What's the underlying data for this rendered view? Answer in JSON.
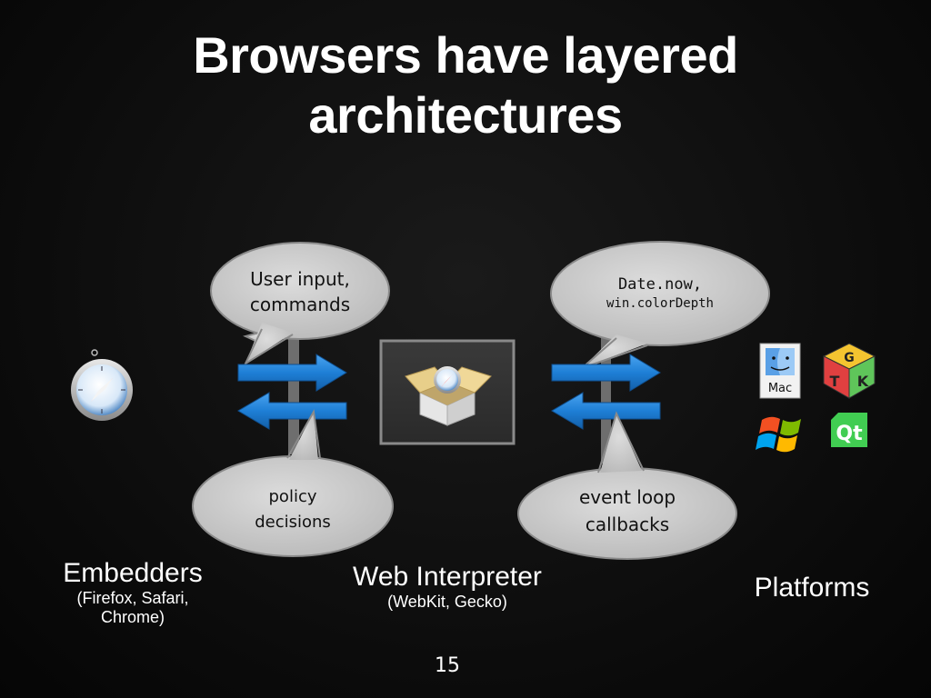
{
  "title": {
    "line1": "Browsers have layered",
    "line2": "architectures"
  },
  "bubbles": {
    "user_input": {
      "line1": "User input,",
      "line2": "commands"
    },
    "policy": {
      "line1": "policy",
      "line2": "decisions"
    },
    "date_now": {
      "line1": "Date.now,",
      "line2": "win.colorDepth"
    },
    "event_loop": {
      "line1": "event loop",
      "line2": "callbacks"
    }
  },
  "labels": {
    "embedders": {
      "main": "Embedders",
      "sub1": "(Firefox, Safari,",
      "sub2": "Chrome)"
    },
    "web_interpreter": {
      "main": "Web Interpreter",
      "sub": "(WebKit, Gecko)"
    },
    "platforms": {
      "main": "Platforms"
    }
  },
  "platform_logos": {
    "mac": "Mac",
    "gtk": [
      "G",
      "T",
      "K"
    ],
    "qt": "Qt"
  },
  "page_number": "15",
  "colors": {
    "arrow": "#1e7fd6",
    "bubble": "#c8c8c8",
    "pillar": "#6e6e6e"
  }
}
